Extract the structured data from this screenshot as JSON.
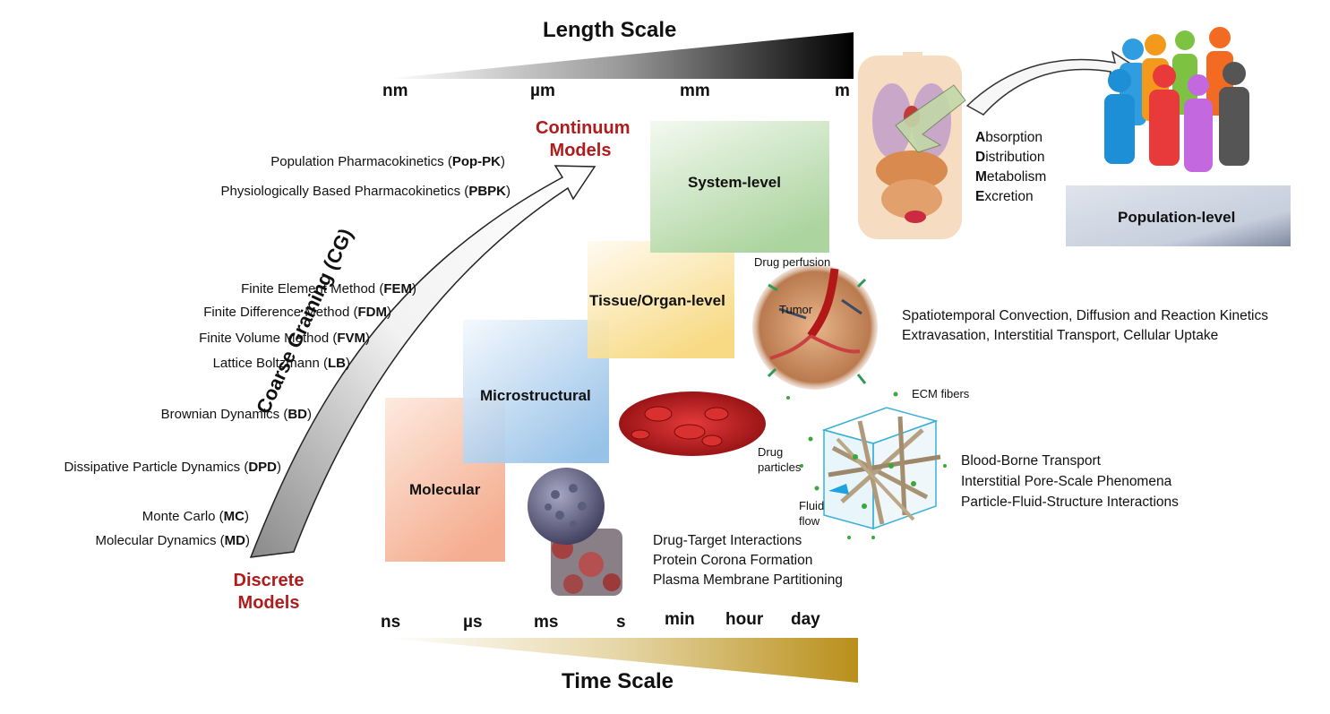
{
  "length_scale": {
    "title": "Length Scale",
    "ticks": [
      "nm",
      "µm",
      "mm",
      "m"
    ]
  },
  "time_scale": {
    "title": "Time Scale",
    "ticks": [
      "ns",
      "µs",
      "ms",
      "s",
      "min",
      "hour",
      "day"
    ]
  },
  "models": {
    "continuum": [
      "Continuum",
      "Models"
    ],
    "discrete": [
      "Discrete",
      "Models"
    ],
    "arrow_label": "Coarse Graining (CG)"
  },
  "methods": [
    {
      "name": "Population Pharmacokinetics (",
      "abbr": "Pop-PK",
      "end": ")"
    },
    {
      "name": "Physiologically Based Pharmacokinetics (",
      "abbr": "PBPK",
      "end": ")"
    },
    {
      "name": "Finite Element Method (",
      "abbr": "FEM",
      "end": ")"
    },
    {
      "name": "Finite Difference Method (",
      "abbr": "FDM",
      "end": ")"
    },
    {
      "name": "Finite Volume Method (",
      "abbr": "FVM",
      "end": ")"
    },
    {
      "name": "Lattice Boltzmann (",
      "abbr": "LB",
      "end": ")"
    },
    {
      "name": "Brownian Dynamics (",
      "abbr": "BD",
      "end": ")"
    },
    {
      "name": "Dissipative Particle Dynamics (",
      "abbr": "DPD",
      "end": ")"
    },
    {
      "name": "Monte Carlo (",
      "abbr": "MC",
      "end": ")"
    },
    {
      "name": "Molecular Dynamics (",
      "abbr": "MD",
      "end": ")"
    }
  ],
  "levels": {
    "molecular": "Molecular",
    "microstructural": "Microstructural",
    "tissue": "Tissue/Organ-level",
    "system": "System-level",
    "population": "Population-level"
  },
  "adme": [
    {
      "initial": "A",
      "rest": "bsorption"
    },
    {
      "initial": "D",
      "rest": "istribution"
    },
    {
      "initial": "M",
      "rest": "etabolism"
    },
    {
      "initial": "E",
      "rest": "xcretion"
    }
  ],
  "tumor_labels": {
    "perfusion": "Drug perfusion",
    "tumor": "Tumor"
  },
  "tissue_desc": [
    "Spatiotemporal Convection, Diffusion and Reaction Kinetics",
    "Extravasation, Interstitial Transport, Cellular Uptake"
  ],
  "ecm_labels": {
    "fibers": "ECM fibers",
    "drug": [
      "Drug",
      "particles"
    ],
    "fluid": [
      "Fluid",
      "flow"
    ]
  },
  "micro_desc": [
    "Blood-Borne Transport",
    "Interstitial Pore-Scale Phenomena",
    "Particle-Fluid-Structure Interactions"
  ],
  "molecular_desc": [
    "Drug-Target Interactions",
    "Protein Corona Formation",
    "Plasma Membrane Partitioning"
  ],
  "colors": {
    "discrete_red": "#b01c1c",
    "molecular_box": "#f4a98a",
    "micro_box": "#8fbde6",
    "tissue_box": "#f7d77a",
    "system_box": "#a8d29a",
    "population_box": "#c7cfdd",
    "time_gold": "#b98f1a"
  },
  "icons": [
    "virus-protein-icon",
    "red-blood-cells-icon",
    "tumor-icon",
    "ecm-cube-icon",
    "human-torso-icon",
    "people-group-icon"
  ]
}
